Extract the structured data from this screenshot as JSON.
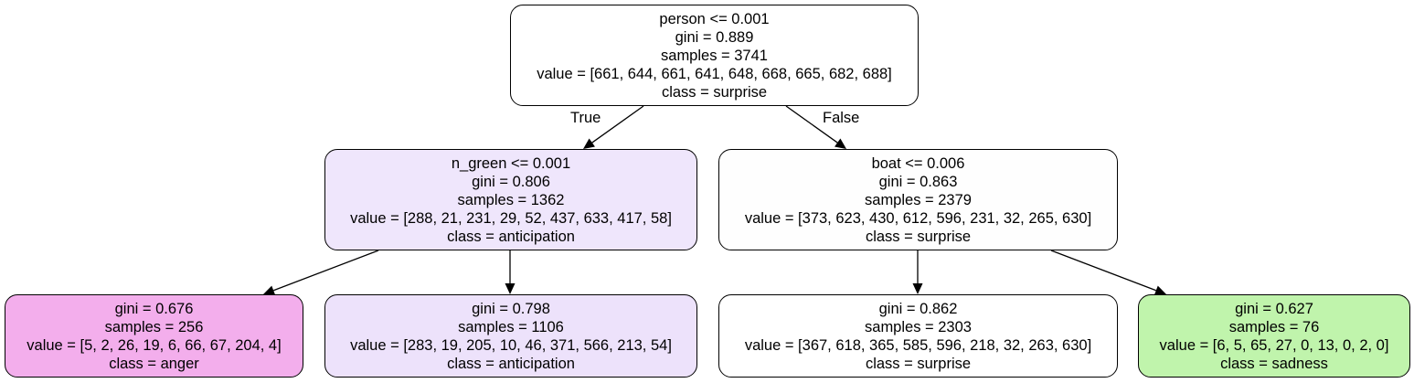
{
  "tree": {
    "nodes": [
      {
        "id": "root",
        "fill": "#ffffff",
        "lines": [
          "person <= 0.001",
          "gini = 0.889",
          "samples = 3741",
          "value = [661, 644, 661, 641, 648, 668, 665, 682, 688]",
          "class = surprise"
        ]
      },
      {
        "id": "left",
        "fill": "#efe6fc",
        "lines": [
          "n_green <= 0.001",
          "gini = 0.806",
          "samples = 1362",
          "value = [288, 21, 231, 29, 52, 437, 633, 417, 58]",
          "class = anticipation"
        ]
      },
      {
        "id": "right",
        "fill": "#fefefe",
        "lines": [
          "boat <= 0.006",
          "gini = 0.863",
          "samples = 2379",
          "value = [373, 623, 430, 612, 596, 231, 32, 265, 630]",
          "class = surprise"
        ]
      },
      {
        "id": "left-left",
        "fill": "#f3aeec",
        "lines": [
          "gini = 0.676",
          "samples = 256",
          "value = [5, 2, 26, 19, 6, 66, 67, 204, 4]",
          "class = anger"
        ]
      },
      {
        "id": "left-right",
        "fill": "#ede2fb",
        "lines": [
          "gini = 0.798",
          "samples = 1106",
          "value = [283, 19, 205, 10, 46, 371, 566, 213, 54]",
          "class = anticipation"
        ]
      },
      {
        "id": "right-left",
        "fill": "#ffffff",
        "lines": [
          "gini = 0.862",
          "samples = 2303",
          "value = [367, 618, 365, 585, 596, 218, 32, 263, 630]",
          "class = surprise"
        ]
      },
      {
        "id": "right-right",
        "fill": "#c0f4ac",
        "lines": [
          "gini = 0.627",
          "samples = 76",
          "value = [6, 5, 65, 27, 0, 13, 0, 2, 0]",
          "class = sadness"
        ]
      }
    ],
    "edges": [
      {
        "from": "root",
        "to": "left",
        "label": "True"
      },
      {
        "from": "root",
        "to": "right",
        "label": "False"
      },
      {
        "from": "left",
        "to": "left-left",
        "label": ""
      },
      {
        "from": "left",
        "to": "left-right",
        "label": ""
      },
      {
        "from": "right",
        "to": "right-left",
        "label": ""
      },
      {
        "from": "right",
        "to": "right-right",
        "label": ""
      }
    ]
  }
}
